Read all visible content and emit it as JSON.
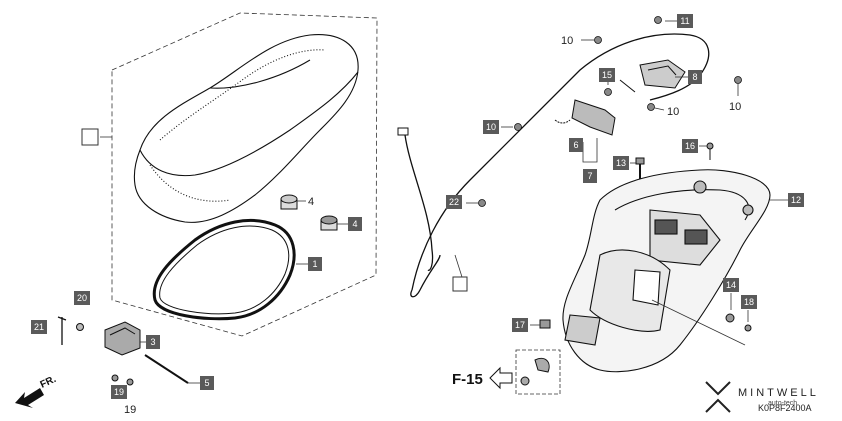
{
  "callouts": [
    {
      "id": "c1",
      "num": "1",
      "boxed": true
    },
    {
      "id": "c3",
      "num": "3",
      "boxed": true
    },
    {
      "id": "c4a",
      "num": "4",
      "boxed": false
    },
    {
      "id": "c4b",
      "num": "4",
      "boxed": true
    },
    {
      "id": "c5",
      "num": "5",
      "boxed": true
    },
    {
      "id": "c6",
      "num": "6",
      "boxed": true
    },
    {
      "id": "c7",
      "num": "7",
      "boxed": true
    },
    {
      "id": "c8",
      "num": "8",
      "boxed": true
    },
    {
      "id": "c10a",
      "num": "10",
      "boxed": false
    },
    {
      "id": "c10b",
      "num": "10",
      "boxed": true
    },
    {
      "id": "c10c",
      "num": "10",
      "boxed": false
    },
    {
      "id": "c10d",
      "num": "10",
      "boxed": false
    },
    {
      "id": "c11",
      "num": "11",
      "boxed": true
    },
    {
      "id": "c12",
      "num": "12",
      "boxed": true
    },
    {
      "id": "c13",
      "num": "13",
      "boxed": true
    },
    {
      "id": "c14",
      "num": "14",
      "boxed": true
    },
    {
      "id": "c15",
      "num": "15",
      "boxed": true
    },
    {
      "id": "c16",
      "num": "16",
      "boxed": true
    },
    {
      "id": "c17",
      "num": "17",
      "boxed": true
    },
    {
      "id": "c18",
      "num": "18",
      "boxed": true
    },
    {
      "id": "c19a",
      "num": "19",
      "boxed": true
    },
    {
      "id": "c19b",
      "num": "19",
      "boxed": false
    },
    {
      "id": "c20",
      "num": "20",
      "boxed": true
    },
    {
      "id": "c21",
      "num": "21",
      "boxed": true
    },
    {
      "id": "c22",
      "num": "22",
      "boxed": true
    }
  ],
  "reference": {
    "label": "F-15"
  },
  "direction": {
    "label": "FR."
  },
  "brand": {
    "name": "MINTWELL",
    "tagline": "auto-tech",
    "diagram_code": "K0P8F2400A"
  },
  "colors": {
    "line": "#111111",
    "box_fill": "#5a5a5a",
    "box_text": "#ffffff"
  }
}
